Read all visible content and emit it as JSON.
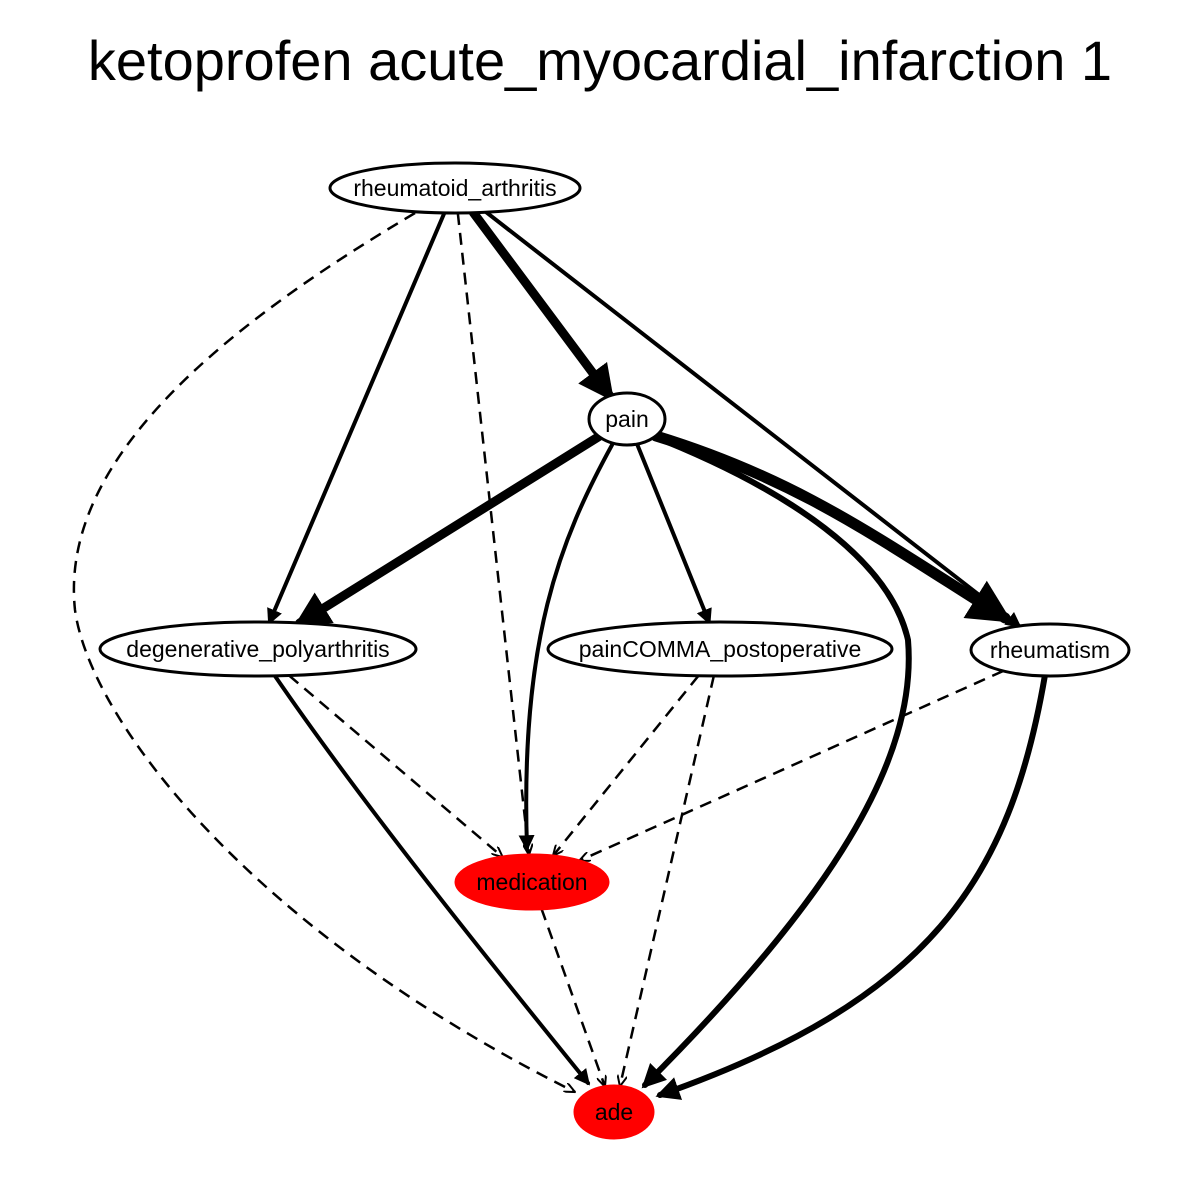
{
  "title": "ketoprofen acute_myocardial_infarction 1",
  "colors": {
    "highlight": "#ff0000",
    "stroke": "#000000",
    "background": "#ffffff"
  },
  "nodes": [
    {
      "id": "rheumatoid_arthritis",
      "label": "rheumatoid_arthritis",
      "highlighted": false
    },
    {
      "id": "pain",
      "label": "pain",
      "highlighted": false
    },
    {
      "id": "degenerative_polyarthritis",
      "label": "degenerative_polyarthritis",
      "highlighted": false
    },
    {
      "id": "painCOMMA_postoperative",
      "label": "painCOMMA_postoperative",
      "highlighted": false
    },
    {
      "id": "rheumatism",
      "label": "rheumatism",
      "highlighted": false
    },
    {
      "id": "medication",
      "label": "medication",
      "highlighted": true
    },
    {
      "id": "ade",
      "label": "ade",
      "highlighted": true
    }
  ],
  "edges": [
    {
      "from": "rheumatoid_arthritis",
      "to": "pain",
      "style": "solid",
      "weight": 5
    },
    {
      "from": "rheumatoid_arthritis",
      "to": "rheumatism",
      "style": "solid",
      "weight": 2
    },
    {
      "from": "rheumatoid_arthritis",
      "to": "degenerative_polyarthritis",
      "style": "solid",
      "weight": 2
    },
    {
      "from": "rheumatoid_arthritis",
      "to": "medication",
      "style": "dashed",
      "weight": 1
    },
    {
      "from": "rheumatoid_arthritis",
      "to": "ade",
      "style": "dashed",
      "weight": 1
    },
    {
      "from": "pain",
      "to": "degenerative_polyarthritis",
      "style": "solid",
      "weight": 5
    },
    {
      "from": "pain",
      "to": "painCOMMA_postoperative",
      "style": "solid",
      "weight": 2
    },
    {
      "from": "pain",
      "to": "rheumatism",
      "style": "solid",
      "weight": 6
    },
    {
      "from": "pain",
      "to": "medication",
      "style": "solid",
      "weight": 2
    },
    {
      "from": "pain",
      "to": "ade",
      "style": "solid",
      "weight": 3
    },
    {
      "from": "degenerative_polyarthritis",
      "to": "medication",
      "style": "dashed",
      "weight": 1
    },
    {
      "from": "degenerative_polyarthritis",
      "to": "ade",
      "style": "solid",
      "weight": 2
    },
    {
      "from": "painCOMMA_postoperative",
      "to": "medication",
      "style": "dashed",
      "weight": 1
    },
    {
      "from": "painCOMMA_postoperative",
      "to": "ade",
      "style": "dashed",
      "weight": 1
    },
    {
      "from": "rheumatism",
      "to": "medication",
      "style": "dashed",
      "weight": 1
    },
    {
      "from": "rheumatism",
      "to": "ade",
      "style": "solid",
      "weight": 3
    },
    {
      "from": "medication",
      "to": "ade",
      "style": "dashed",
      "weight": 1
    }
  ]
}
